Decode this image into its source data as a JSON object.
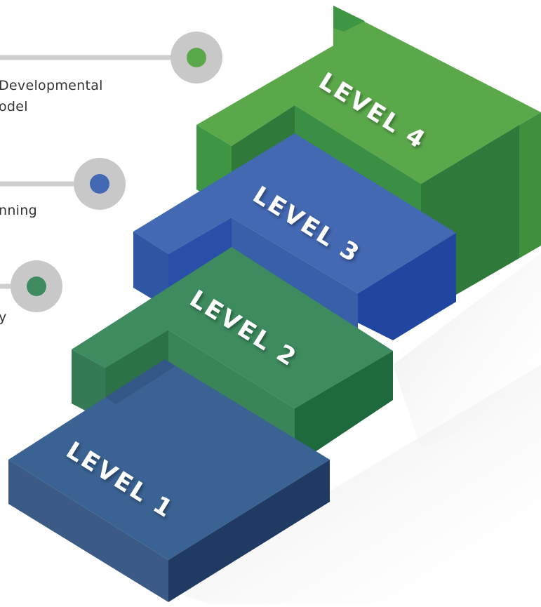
{
  "levels": [
    {
      "label": "LEVEL 1",
      "color": "#3A6393"
    },
    {
      "label": "LEVEL 2",
      "color": "#3D8B5F"
    },
    {
      "label": "LEVEL 3",
      "color": "#4369B3"
    },
    {
      "label": "LEVEL 4",
      "color": "#5BA84B"
    }
  ],
  "callouts": [
    {
      "lines": [
        "Developmental",
        "odel"
      ],
      "dot_color": "#5BA84B"
    },
    {
      "lines": [
        "nning"
      ],
      "dot_color": "#4369B3"
    },
    {
      "lines": [
        "y"
      ],
      "dot_color": "#3D8B5F"
    }
  ],
  "colors": {
    "connector_line": "#CFCFCF",
    "connector_node": "#C8C8C8",
    "text": "#333333"
  }
}
